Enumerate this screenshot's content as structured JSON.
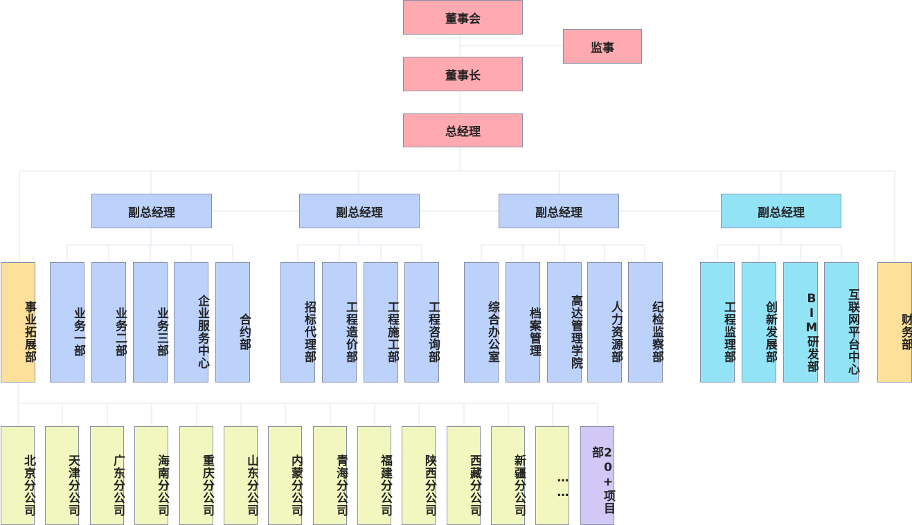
{
  "colors": {
    "top": "#ffaab0",
    "vp": "#bcd2fb",
    "vp_cyan": "#93e3f7",
    "orange": "#fde09a",
    "branch": "#f2f7c0",
    "project": "#d2c8f6",
    "line": "#dfe5ee"
  },
  "top": {
    "board": "董事会",
    "supervisor": "监事",
    "chairman": "董事长",
    "gm": "总经理"
  },
  "vps": [
    {
      "label": "副总经理",
      "depts": [
        "业务一部",
        "业务二部",
        "业务三部",
        "企业服务中心",
        "合约部"
      ]
    },
    {
      "label": "副总经理",
      "depts": [
        "招标代理部",
        "工程造价部",
        "工程施工部",
        "工程咨询部"
      ]
    },
    {
      "label": "副总经理",
      "depts": [
        "综合办公室",
        "档案管理",
        "高达管理学院",
        "人力资源部",
        "纪检监察部"
      ]
    },
    {
      "label": "副总经理",
      "depts": [
        "工程监理部",
        "创新发展部",
        "BIM研发部",
        "互联网平台中心"
      ]
    }
  ],
  "business_expansion": "事业拓展部",
  "finance": "财务部",
  "branches": [
    "北京分公司",
    "天津分公司",
    "广东分公司",
    "海南分公司",
    "重庆分公司",
    "山东分公司",
    "内蒙分公司",
    "青海分公司",
    "福建分公司",
    "陕西分公司",
    "西藏分公司",
    "新疆分公司",
    "……",
    "20+项目部"
  ]
}
